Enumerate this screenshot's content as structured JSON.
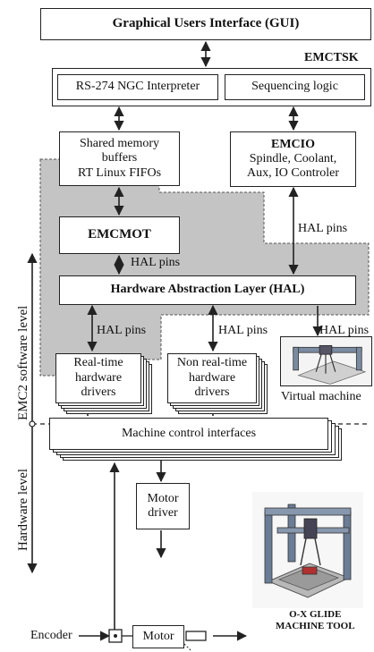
{
  "gui": "Graphical Users Interface (GUI)",
  "emctsk": "EMCTSK",
  "interpreter": "RS-274 NGC Interpreter",
  "sequencing": "Sequencing logic",
  "shared_memory": [
    "Shared memory",
    "buffers",
    "RT Linux FIFOs"
  ],
  "emcio": {
    "title": "EMCIO",
    "lines": [
      "Spindle, Coolant,",
      "Aux, IO Controler"
    ]
  },
  "emcmot": "EMCMOT",
  "hal_pins": "HAL pins",
  "hal": "Hardware Abstraction Layer (HAL)",
  "rt_drivers": [
    "Real-time",
    "hardware",
    "drivers"
  ],
  "nrt_drivers": [
    "Non real-time",
    "hardware",
    "drivers"
  ],
  "virtual_machine": "Virtual machine",
  "software_level": "EMC2 software level",
  "hardware_level": "Hardware level",
  "machine_control": "Machine control interfaces",
  "motor_driver": [
    "Motor",
    "driver"
  ],
  "encoder": "Encoder",
  "motor": "Motor",
  "machine_tool": [
    "O-X GLIDE",
    "MACHINE TOOL"
  ],
  "colors": {
    "rt_region": "#c4c4c4",
    "line": "#222222"
  }
}
